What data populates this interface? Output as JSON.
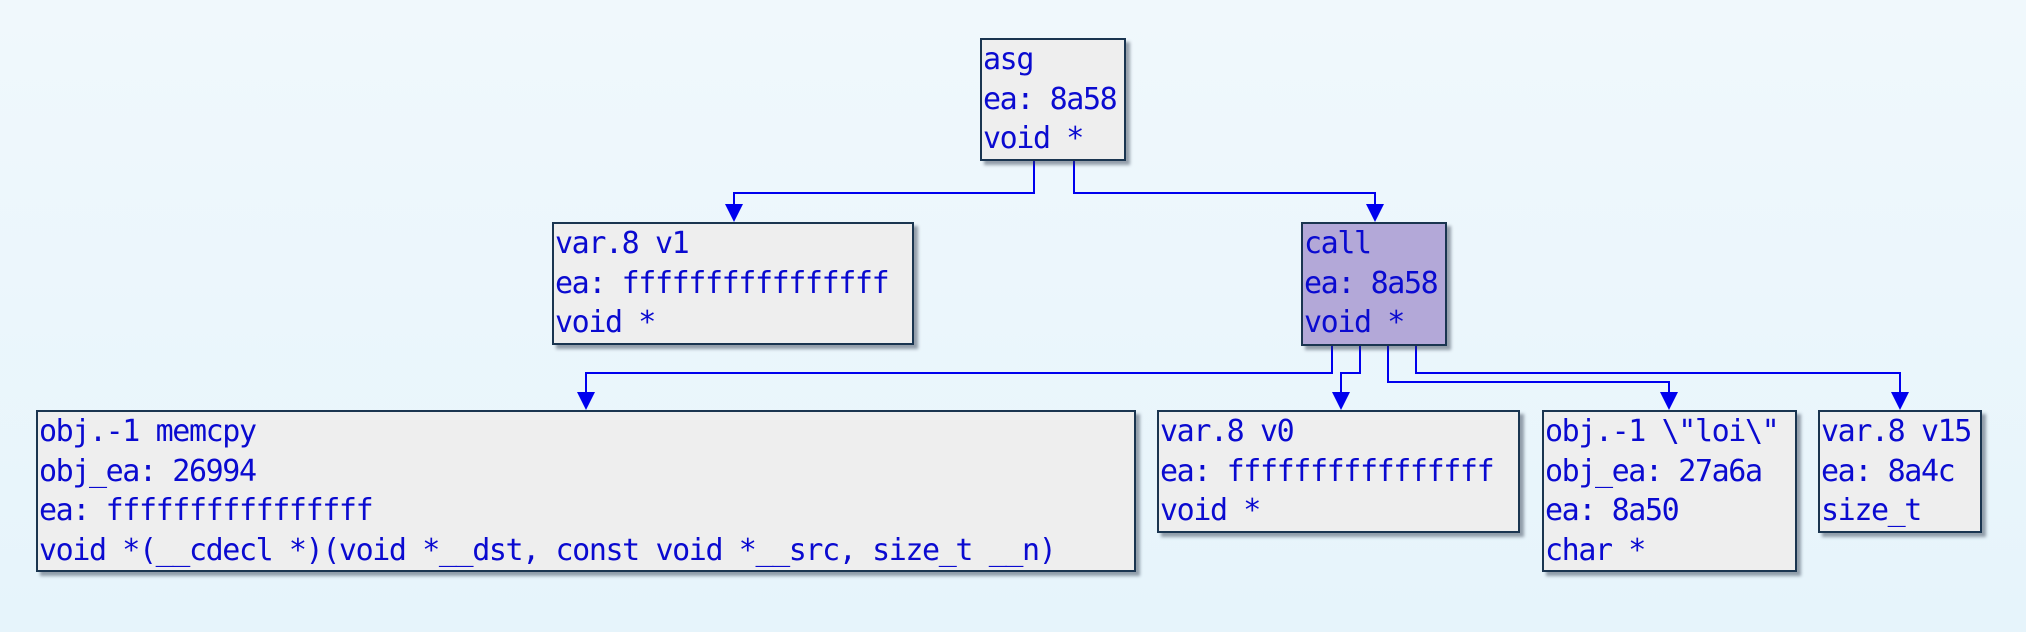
{
  "nodes": {
    "asg": {
      "lines": [
        "asg",
        "ea: 8a58",
        "void *"
      ]
    },
    "var_v1": {
      "lines": [
        "var.8 v1",
        "ea: ffffffffffffffff",
        "void *"
      ]
    },
    "call": {
      "lines": [
        "call",
        "ea: 8a58",
        "void *"
      ]
    },
    "memcpy": {
      "lines": [
        "obj.-1 memcpy",
        "obj_ea: 26994",
        "ea: ffffffffffffffff",
        "void *(__cdecl *)(void *__dst, const void *__src, size_t __n)"
      ]
    },
    "var_v0": {
      "lines": [
        "var.8 v0",
        "ea: ffffffffffffffff",
        "void *"
      ]
    },
    "loi": {
      "lines": [
        "obj.-1 \\\"loi\\\"",
        "obj_ea: 27a6a",
        "ea: 8a50",
        "char *"
      ]
    },
    "var_v15": {
      "lines": [
        "var.8 v15",
        "ea: 8a4c",
        "size_t"
      ]
    }
  },
  "colors": {
    "edge": "#0000ee",
    "node_fill": "#eeeeee",
    "highlight_fill": "#b3a8d8",
    "text": "#0a0ad0",
    "border": "#1a3550"
  }
}
